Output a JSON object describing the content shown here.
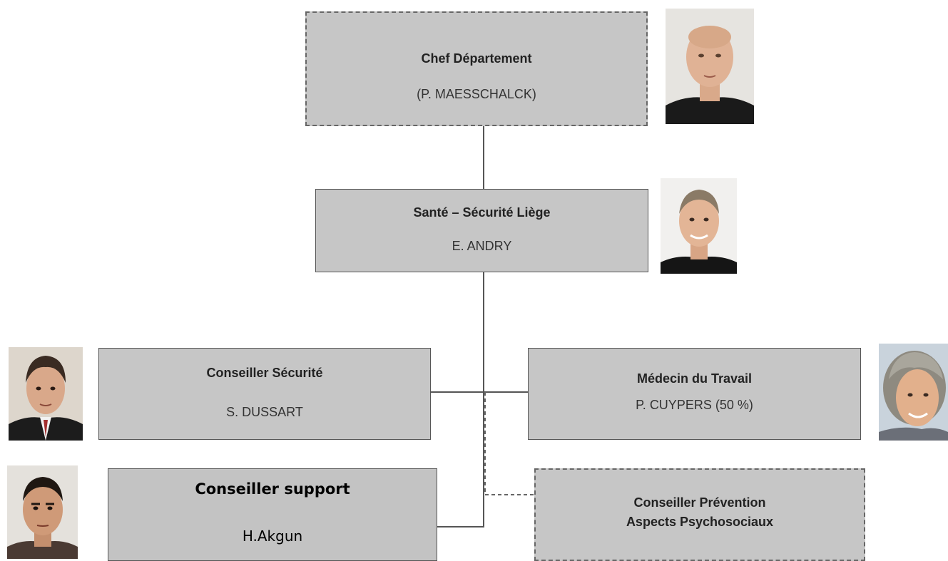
{
  "boxes": {
    "chef": {
      "title": "Chef Département",
      "name": "(P. MAESSCHALCK)"
    },
    "sante": {
      "title": "Santé – Sécurité Liège",
      "name": "E. ANDRY"
    },
    "securite": {
      "title": "Conseiller Sécurité",
      "name": "S. DUSSART"
    },
    "medecin": {
      "title": "Médecin du Travail",
      "name": "P. CUYPERS (50 %)"
    },
    "support": {
      "title": "Conseiller support",
      "name": "H.Akgun"
    },
    "psycho": {
      "title_line1": "Conseiller Prévention",
      "title_line2": "Aspects Psychosociaux"
    }
  },
  "photos": [
    "portrait-photo-chef",
    "portrait-photo-andry",
    "portrait-photo-dussart",
    "portrait-photo-cuypers",
    "portrait-photo-akgun"
  ]
}
